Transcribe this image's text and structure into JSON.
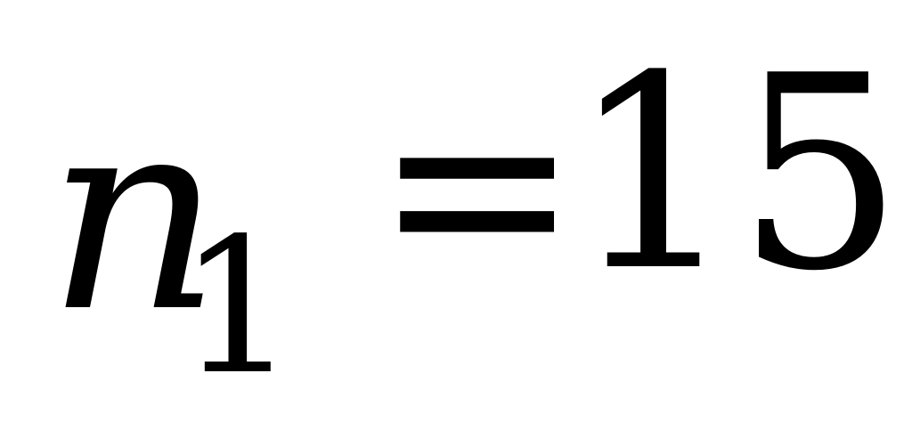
{
  "equation": {
    "variable": "n",
    "subscript": "1",
    "operator": "=",
    "value": "15"
  }
}
